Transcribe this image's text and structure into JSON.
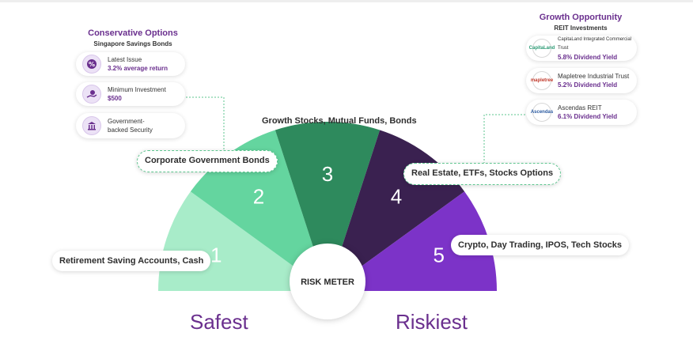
{
  "conservative": {
    "title": "Conservative Options",
    "subtitle": "Singapore Savings Bonds",
    "cards": [
      {
        "name": "Latest Issue",
        "detail": "3.2% average return",
        "icon": "percent-icon"
      },
      {
        "name": "Minimum Investment",
        "detail": "$500",
        "icon": "hand-coin-icon"
      },
      {
        "name": "Government-backed Security",
        "detail": "",
        "icon": "government-building-icon"
      }
    ]
  },
  "growth": {
    "title": "Growth Opportunity",
    "subtitle": "REIT Investments",
    "cards": [
      {
        "name": "CapitaLand Integrated Commercial Trust",
        "detail": "5.8% Dividend Yield",
        "logo": "CapitaLand"
      },
      {
        "name": "Mapletree Industrial Trust",
        "detail": "5.2% Dividend Yield",
        "logo": "mapletree"
      },
      {
        "name": "Ascendas REIT",
        "detail": "6.1% Dividend Yield",
        "logo": "Ascendas"
      }
    ]
  },
  "segments": [
    {
      "number": "1",
      "label": "Retirement Saving Accounts, Cash",
      "color": "#a8ecc9"
    },
    {
      "number": "2",
      "label": "Corporate Government Bonds",
      "color": "#64d59f"
    },
    {
      "number": "3",
      "label": "Growth Stocks, Mutual Funds, Bonds",
      "color": "#2e8a5d"
    },
    {
      "number": "4",
      "label": "Real Estate, ETFs, Stocks Options",
      "color": "#3a2150"
    },
    {
      "number": "5",
      "label": "Crypto, Day Trading, IPOS, Tech Stocks",
      "color": "#7c33c8"
    }
  ],
  "meter": {
    "center_label": "RISK METER",
    "safe_label": "Safest",
    "risky_label": "Riskiest"
  },
  "colors": {
    "accent_purple": "#6a2f8e",
    "connector_green": "#5ec58f"
  }
}
